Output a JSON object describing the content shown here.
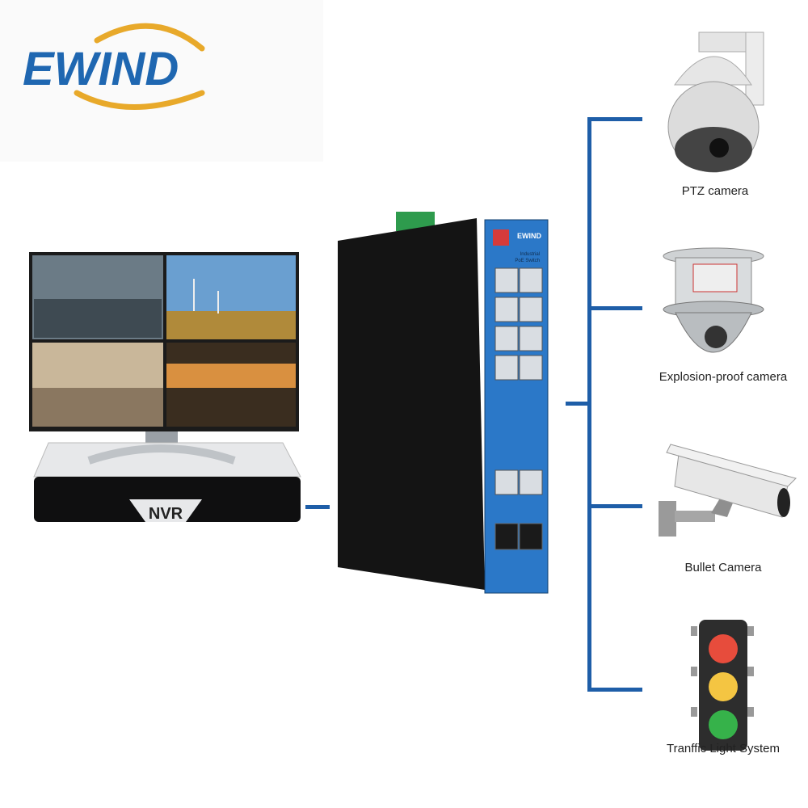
{
  "brand": {
    "logo_text": "EWIND"
  },
  "nvr": {
    "label": "NVR"
  },
  "switch": {
    "brand_text": "EWIND",
    "model_line1": "Industrial",
    "model_line2": "PoE Switch"
  },
  "devices": [
    {
      "label": "PTZ camera"
    },
    {
      "label": "Explosion-proof camera"
    },
    {
      "label": "Bullet Camera"
    },
    {
      "label": "Tranffic Light System"
    }
  ],
  "colors": {
    "connector_blue": "#1e5ea8",
    "brand_blue": "#1f67b1",
    "brand_gold": "#e8a92a",
    "switch_panel": "#2b78c8"
  }
}
